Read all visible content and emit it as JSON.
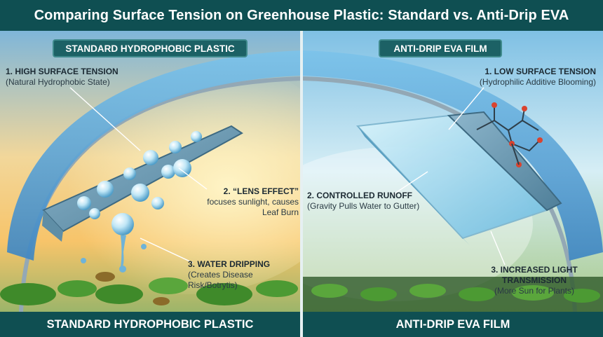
{
  "title": "Comparing Surface Tension on Greenhouse Plastic: Standard vs. Anti-Drip EVA",
  "left_panel": {
    "label": "STANDARD HYDROPHOBIC PLASTIC",
    "footer": "STANDARD HYDROPHOBIC PLASTIC",
    "callouts": [
      {
        "title": "1. HIGH SURFACE TENSION",
        "subtitle": "(Natural Hydrophobic State)"
      },
      {
        "title": "2. “LENS EFFECT”",
        "subtitle": "focuses sunlight, causes Leaf Burn"
      },
      {
        "title": "3. WATER DRIPPING",
        "subtitle": "(Creates Disease Risk/Botrytis)"
      }
    ]
  },
  "right_panel": {
    "label": "ANTI-DRIP EVA FILM",
    "footer": "ANTI-DRIP EVA FILM",
    "callouts": [
      {
        "title": "1. LOW SURFACE TENSION",
        "subtitle": "(Hydrophilic Additive Blooming)"
      },
      {
        "title": "2. CONTROLLED RUNOFF",
        "subtitle": "(Gravity Pulls Water to Gutter)"
      },
      {
        "title": "3. INCREASED LIGHT TRANSMISSION",
        "subtitle": "(More Sun for Plants)"
      }
    ]
  },
  "colors": {
    "banner": "#0f4f52",
    "label_bg": "#1c6165",
    "film_blue": "#5fa8d8",
    "sky_left": "#f6c66a",
    "sky_right": "#bfe3f2",
    "leaf_green": "#3f8a2a",
    "water_film": "#a9dff2"
  }
}
